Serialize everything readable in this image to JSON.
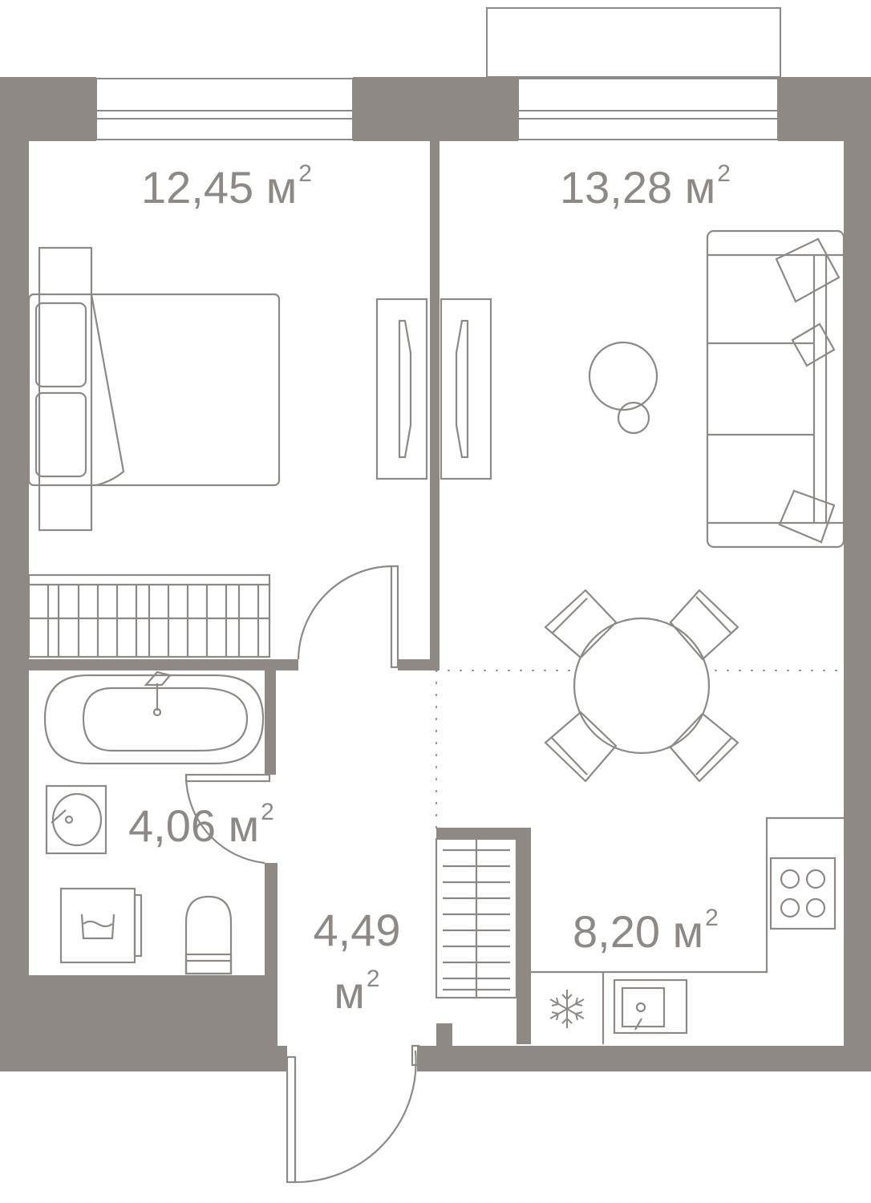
{
  "plan": {
    "colors": {
      "wall": "#8e8985",
      "line": "#8e8985",
      "background": "#ffffff"
    },
    "rooms": [
      {
        "id": "bedroom",
        "area": "12,45",
        "unit": "м",
        "power": "2"
      },
      {
        "id": "living",
        "area": "13,28",
        "unit": "м",
        "power": "2"
      },
      {
        "id": "bathroom",
        "area": "4,06",
        "unit": "м",
        "power": "2"
      },
      {
        "id": "hallway",
        "area": "4,49",
        "unit": "м",
        "power": "2"
      },
      {
        "id": "kitchen",
        "area": "8,20",
        "unit": "м",
        "power": "2"
      }
    ],
    "icons": {
      "fridge": "snowflake-icon",
      "stove": "cooktop-icon",
      "sink": "sink-icon",
      "washer": "washing-machine-icon"
    }
  }
}
